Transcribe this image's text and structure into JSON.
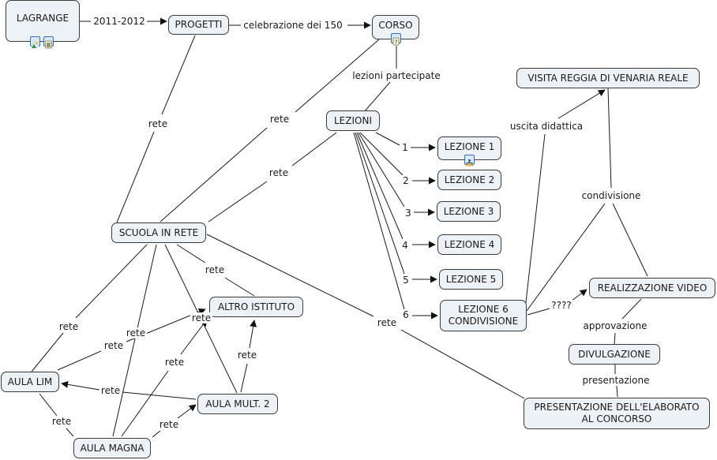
{
  "colors": {
    "node_fill": "#ecf2f5",
    "node_border": "#3a3a3a",
    "line": "#1a1a1a",
    "icon_border": "#2f6fb8"
  },
  "nodes": {
    "lagrange": "LAGRANGE",
    "progetti": "PROGETTI",
    "corso": "CORSO",
    "lezioni": "LEZIONI",
    "lezione1": "LEZIONE 1",
    "lezione2": "LEZIONE 2",
    "lezione3": "LEZIONE 3",
    "lezione4": "LEZIONE 4",
    "lezione5": "LEZIONE 5",
    "lezione6_l1": "LEZIONE 6",
    "lezione6_l2": "CONDIVISIONE",
    "visita": "VISITA REGGIA DI VENARIA REALE",
    "realizzazione": "REALIZZAZIONE VIDEO",
    "divulgazione": "DIVULGAZIONE",
    "presentazione_l1": "PRESENTAZIONE DELL'ELABORATO",
    "presentazione_l2": "AL CONCORSO",
    "scuola": "SCUOLA IN RETE",
    "altro": "ALTRO ISTITUTO",
    "aula_lim": "AULA LIM",
    "aula_mult": "AULA MULT. 2",
    "aula_magna": "AULA MAGNA"
  },
  "links": {
    "y2011": "2011-2012",
    "celebrazione": "celebrazione dei 150",
    "lezioni_partecipate": "lezioni partecipate",
    "uscita": "uscita didattica",
    "condivisione": "condivisione",
    "qqqq": "????",
    "approvazione": "approvazione",
    "presentazione": "presentazione",
    "n1": "1",
    "n2": "2",
    "n3": "3",
    "n4": "4",
    "n5": "5",
    "n6": "6",
    "rete": "rete"
  },
  "icons": {
    "lagrange": [
      "image-resource-icon",
      "document-resource-icon"
    ],
    "corso": [
      "unknown-file-resource-icon"
    ],
    "lezione1": [
      "concept-map-resource-icon"
    ]
  }
}
